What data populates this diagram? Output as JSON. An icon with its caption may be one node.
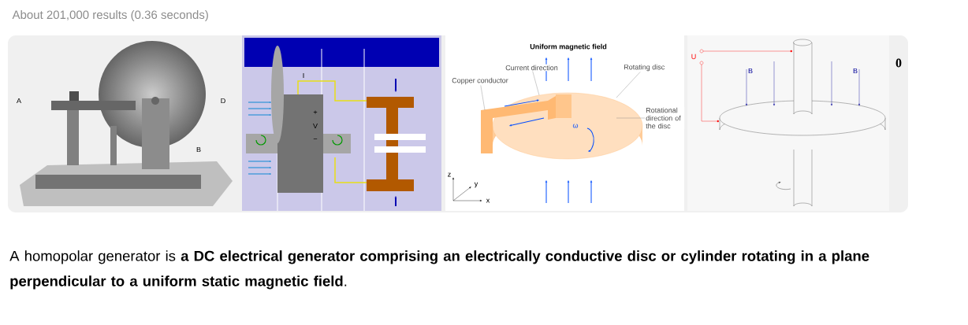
{
  "diagram": {
    "caption": "A homopolar generator is **a DC electrical generator comprising an electrically conductive disc or cylinder rotating in a plane perpendicular to a uniform static magnetic field**.",
    "nodes": [
      {
        "text": [
          "Copper conductor"
        ]
      },
      {
        "text": [
          "Current direction"
        ]
      },
      {
        "text": [
          "Rotating disc"
        ]
      },
      {
        "text": [
          "Rotational direction of the disc"
        ]
      }
    ],
    "edges": [
      {
        "from": 0,
        "to": null,
        "arrow": "none"
      },
      {
        "from": 1,
        "to": null,
        "arrow": "none"
      },
      {
        "from": 2,
        "to": null,
        "arrow": "none"
      },
      {
        "from": 3,
        "to": null,
        "arrow": "none"
      }
    ],
    "labels": [
      "About 201,000 results (0.36 seconds)",
      "A",
      "D",
      "B",
      "I",
      "+",
      "V",
      "−",
      "Uniform magnetic field",
      "ω",
      "z",
      "y",
      "x",
      "U",
      "B",
      "B",
      "0"
    ]
  }
}
